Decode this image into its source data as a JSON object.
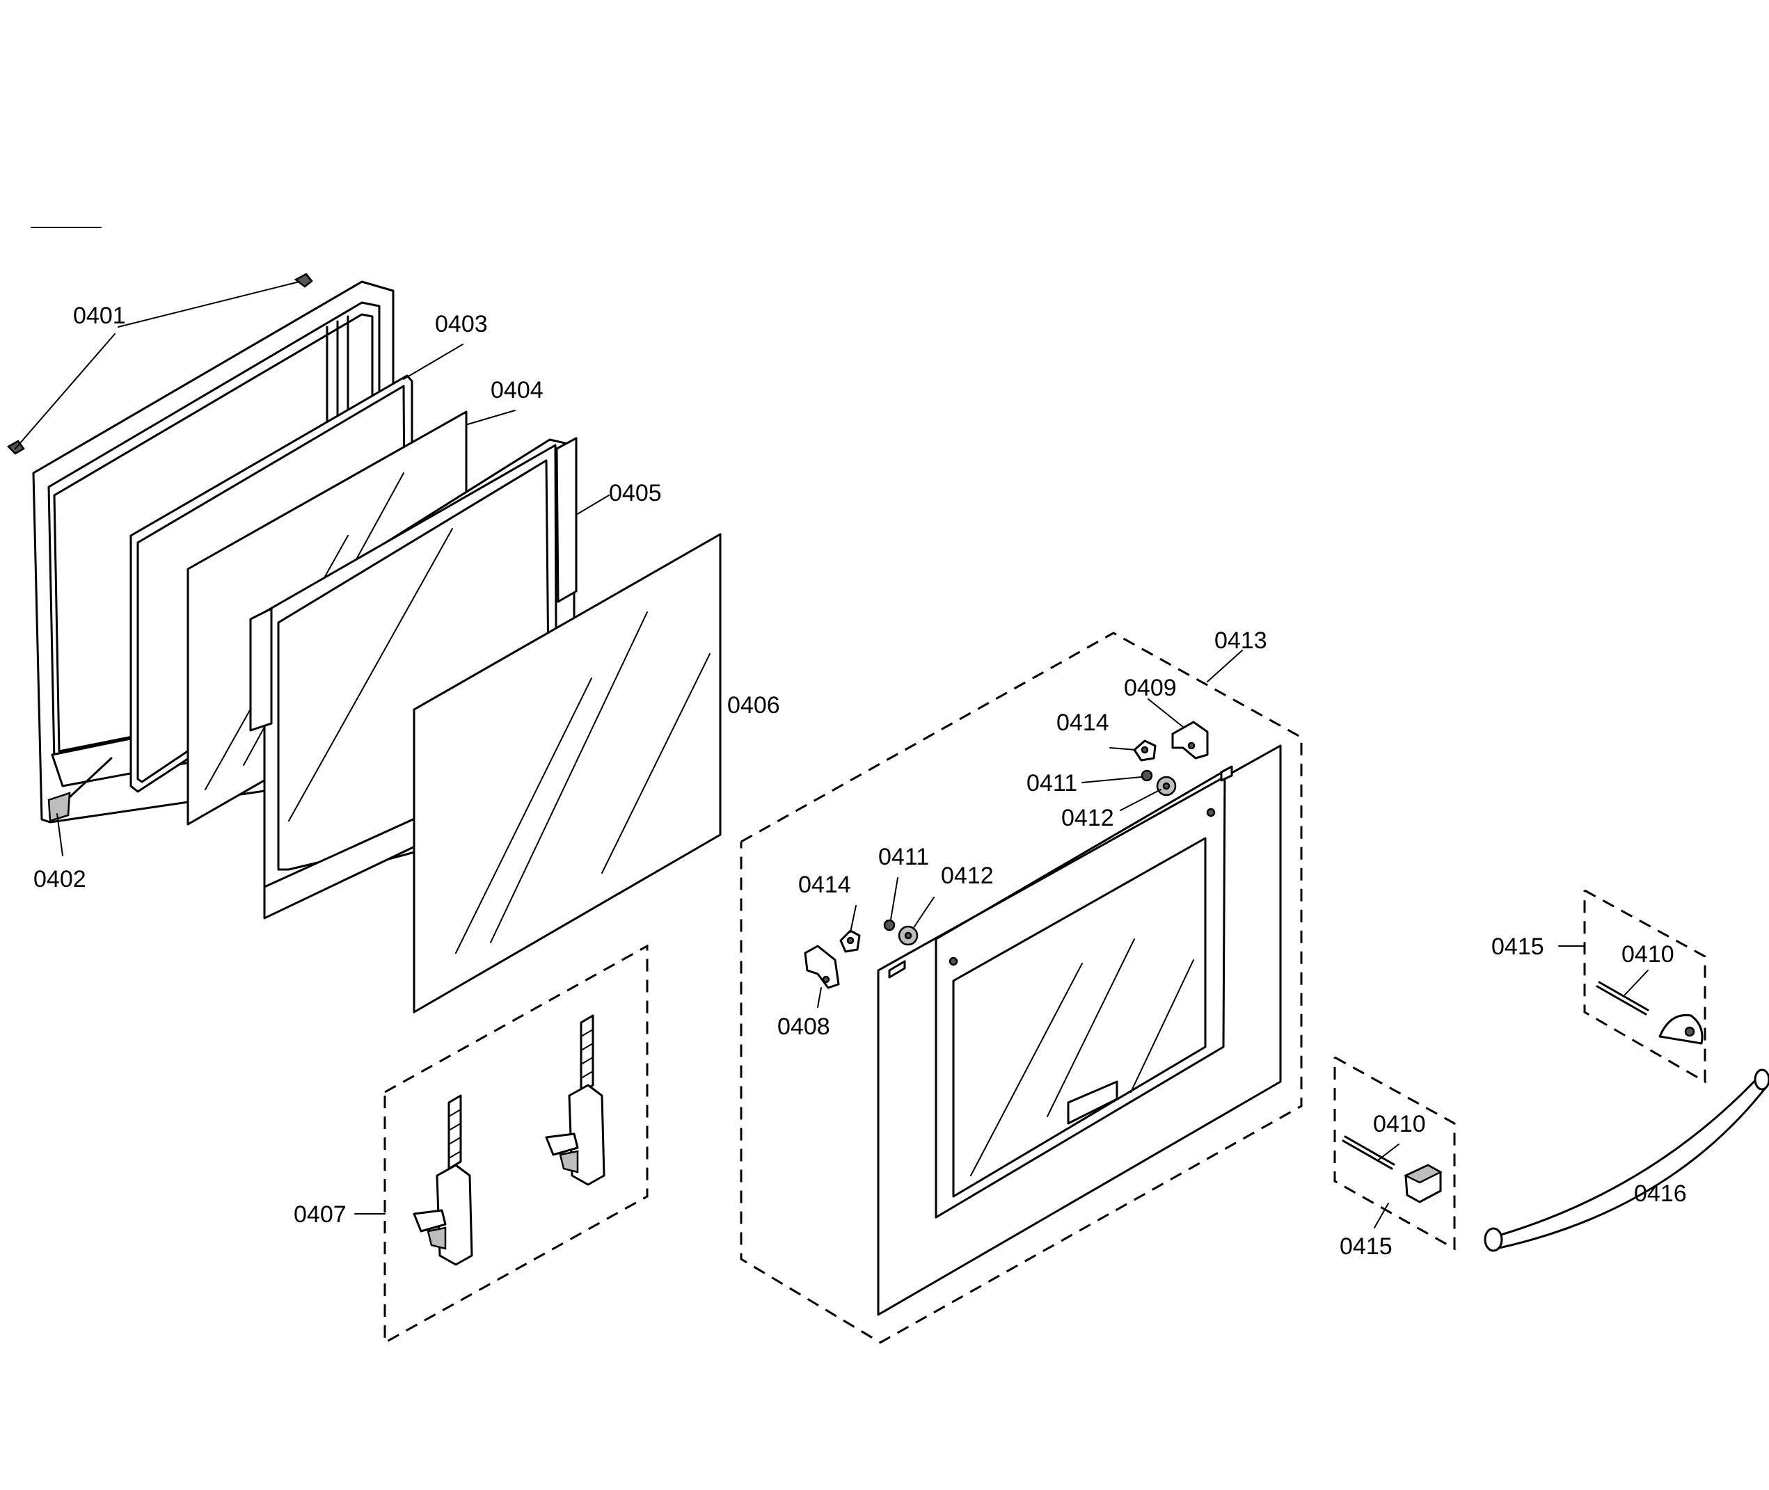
{
  "diagram": {
    "type": "exploded-parts-diagram",
    "labels": {
      "p0401": "0401",
      "p0402": "0402",
      "p0403": "0403",
      "p0404": "0404",
      "p0405": "0405",
      "p0406": "0406",
      "p0407": "0407",
      "p0408": "0408",
      "p0409": "0409",
      "p0410_a": "0410",
      "p0410_b": "0410",
      "p0411_a": "0411",
      "p0411_b": "0411",
      "p0412_a": "0412",
      "p0412_b": "0412",
      "p0413": "0413",
      "p0414_a": "0414",
      "p0414_b": "0414",
      "p0415_a": "0415",
      "p0415_b": "0415",
      "p0416": "0416"
    }
  }
}
